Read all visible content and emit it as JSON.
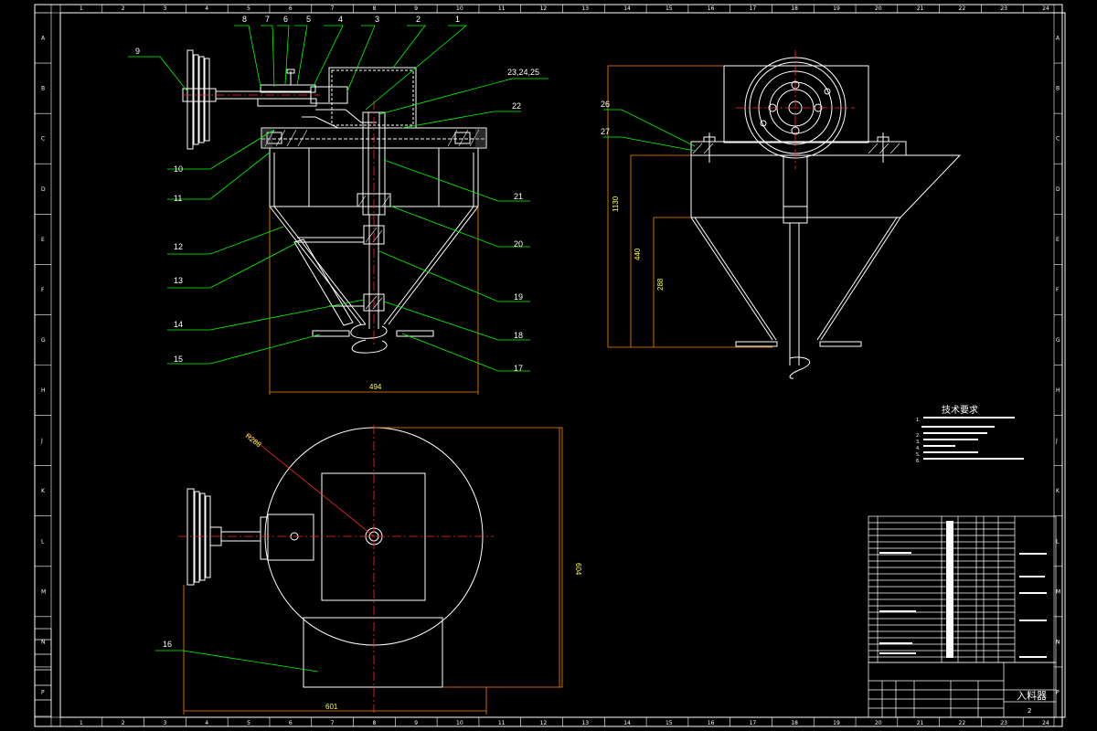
{
  "colors": {
    "background": "#000000",
    "outline": "#ffffff",
    "leader": "#00ff00",
    "dimension": "#ff8800",
    "dimension_text": "#ffff33",
    "center_line": "#ff2a2a",
    "border": "#ffffff"
  },
  "zones": {
    "columns": [
      "1",
      "2",
      "3",
      "4",
      "5",
      "6",
      "7",
      "8",
      "9",
      "10",
      "11",
      "12",
      "13",
      "14",
      "15",
      "16",
      "17",
      "18",
      "19",
      "20",
      "21",
      "22",
      "23",
      "24"
    ],
    "rows": [
      "A",
      "B",
      "C",
      "D",
      "E",
      "F",
      "G",
      "H",
      "J",
      "K",
      "L",
      "M",
      "N",
      "P"
    ]
  },
  "front_view": {
    "callouts_top": [
      "8",
      "7",
      "6",
      "5",
      "4",
      "3",
      "2",
      "1"
    ],
    "callout_9": "9",
    "callout_group": "23,24,25",
    "callout_22": "22",
    "callouts_left": [
      "10",
      "11",
      "12",
      "13",
      "14",
      "15"
    ],
    "callouts_right": [
      "21",
      "20",
      "19",
      "18",
      "17"
    ],
    "width_dim": "494"
  },
  "side_view": {
    "callout_26": "26",
    "callout_27": "27",
    "dims": [
      "1130",
      "440",
      "288"
    ]
  },
  "top_view": {
    "radius_dim": "R288",
    "callout_16": "16",
    "width_dim": "601",
    "height_dim": "604"
  },
  "tech_requirements": {
    "title": "技术要求",
    "items": [
      "1.",
      "2.",
      "3.",
      "4.",
      "5.",
      "6."
    ]
  },
  "title_block": {
    "drawing_name": "入料器",
    "sheet": "2"
  }
}
